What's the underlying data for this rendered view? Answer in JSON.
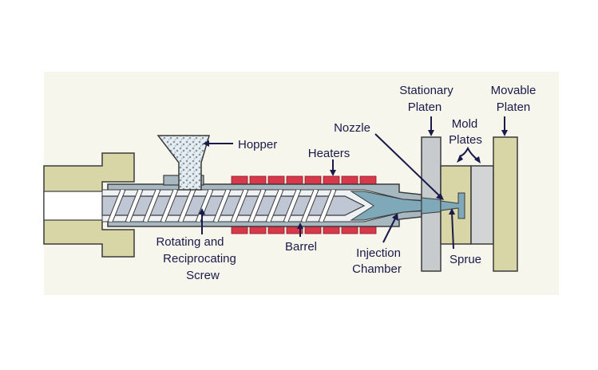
{
  "labels": {
    "hopper": "Hopper",
    "heaters": "Heaters",
    "nozzle": "Nozzle",
    "stationary_platen_line1": "Stationary",
    "stationary_platen_line2": "Platen",
    "movable_platen_line1": "Movable",
    "movable_platen_line2": "Platen",
    "mold_plates_line1": "Mold",
    "mold_plates_line2": "Plates",
    "screw_line1": "Rotating and",
    "screw_line2": "Reciprocating",
    "screw_line3": "Screw",
    "barrel": "Barrel",
    "injection_chamber_line1": "Injection",
    "injection_chamber_line2": "Chamber",
    "sprue": "Sprue"
  },
  "colors": {
    "background_panel": "#f6f6ec",
    "housing": "#d8d6a6",
    "barrel": "#a8b8c0",
    "screw": "#bfc6d4",
    "platen": "#c8cbcd",
    "heater": "#d8384a",
    "material": "#7fa8b8",
    "outline": "#3a3a3a",
    "text": "#1a1a4a"
  }
}
